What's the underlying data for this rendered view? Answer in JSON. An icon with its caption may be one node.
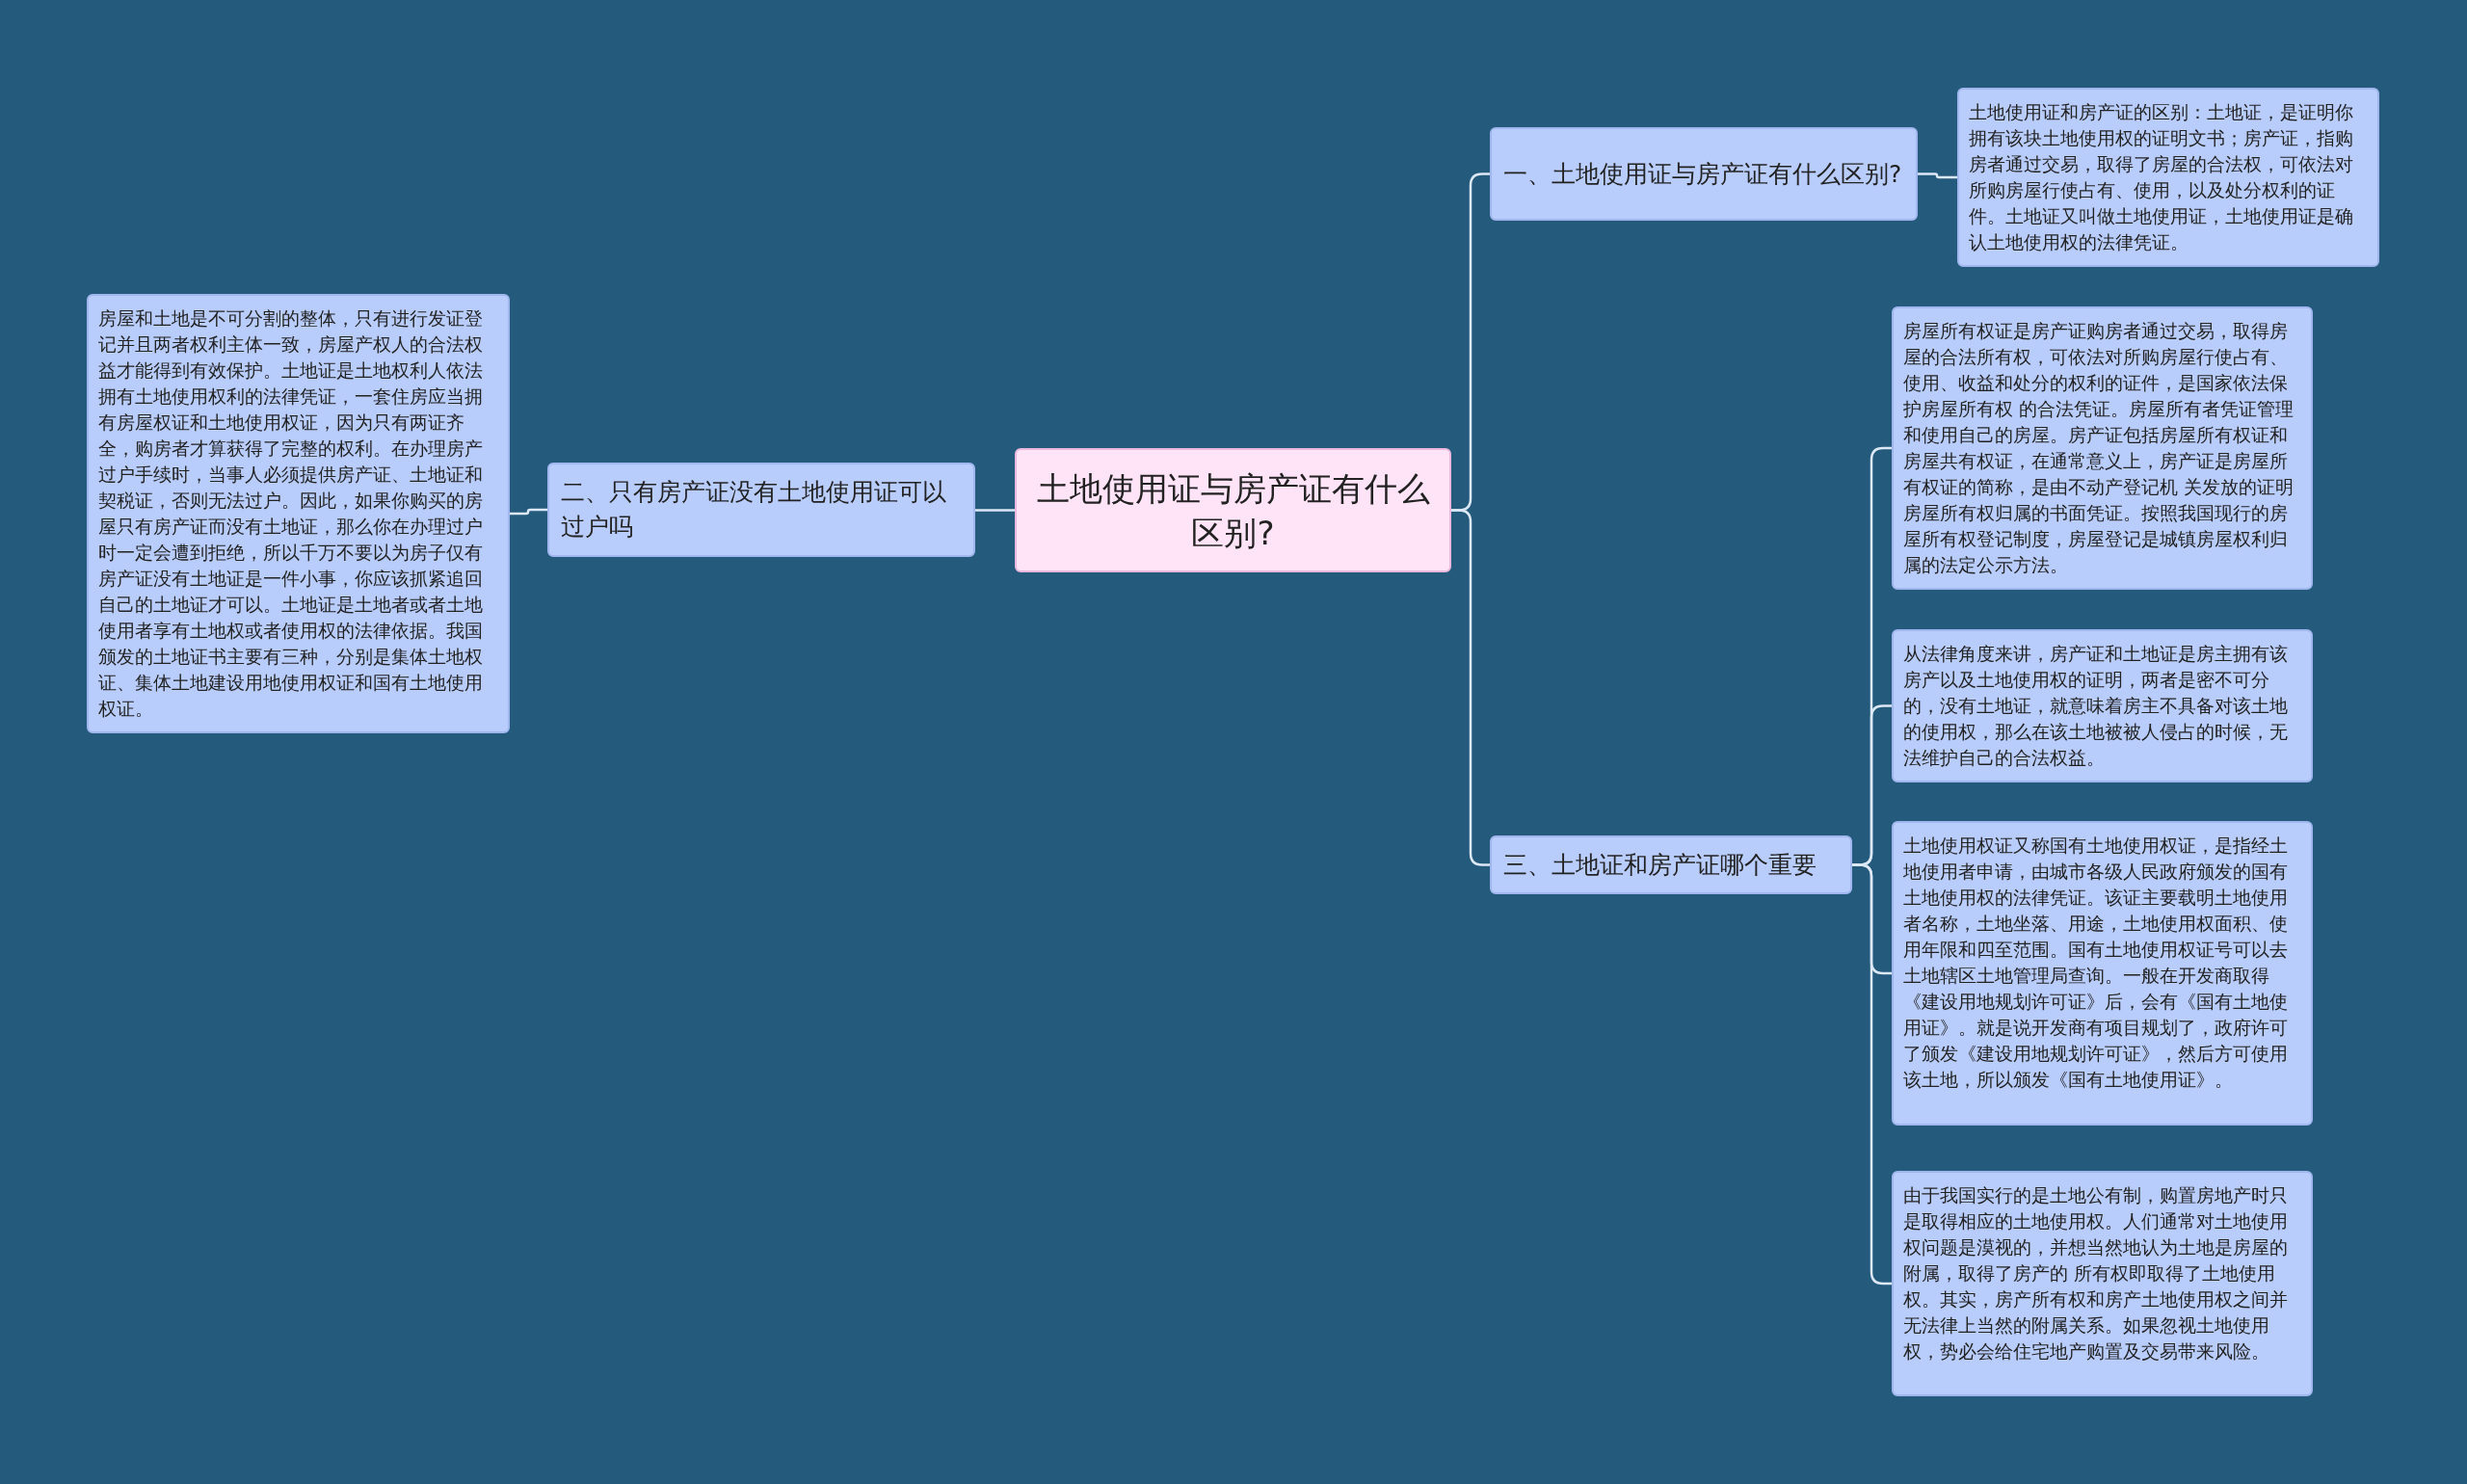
{
  "diagram": {
    "nodes": [
      {
        "text": [
          "土地使用证与房产证有什么区别?"
        ]
      },
      {
        "text": [
          "一、土地使用证与房产证有什么区别?"
        ]
      },
      {
        "text": [
          "土地使用证和房产证的区别：土地证，是证明你拥有该块土地使用权的证明文书；房产证，指购房者通过交易，取得了房屋的合法权，可依法对所购房屋行使占有、使用，以及处分权利的证件。土地证又叫做土地使用证，土地使用证是确认土地使用权的法律凭证。"
        ]
      },
      {
        "text": [
          "二、只有房产证没有土地使用证可以过户吗"
        ]
      },
      {
        "text": [
          "房屋和土地是不可分割的整体，只有进行发证登记并且两者权利主体一致，房屋产权人的合法权益才能得到有效保护。土地证是土地权利人依法拥有土地使用权利的法律凭证，一套住房应当拥有房屋权证和土地使用权证，因为只有两证齐全，购房者才算获得了完整的权利。在办理房产过户手续时，当事人必须提供房产证、土地证和契税证，否则无法过户。因此，如果你购买的房屋只有房产证而没有土地证，那么你在办理过户时一定会遭到拒绝，所以千万不要以为房子仅有房产证没有土地证是一件小事，你应该抓紧追回自己的土地证才可以。土地证是土地者或者土地使用者享有土地权或者使用权的法律依据。我国颁发的土地证书主要有三种，分别是集体土地权证、集体土地建设用地使用权证和国有土地使用权证。"
        ]
      },
      {
        "text": [
          "三、土地证和房产证哪个重要"
        ]
      },
      {
        "text": [
          "房屋所有权证是房产证购房者通过交易，取得房屋的合法所有权，可依法对所购房屋行使占有、使用、收益和处分的权利的证件，是国家依法保护房屋所有权 的合法凭证。房屋所有者凭证管理和使用自己的房屋。房产证包括房屋所有权证和房屋共有权证，在通常意义上，房产证是房屋所有权证的简称，是由不动产登记机 关发放的证明房屋所有权归属的书面凭证。按照我国现行的房屋所有权登记制度，房屋登记是城镇房屋权利归属的法定公示方法。"
        ]
      },
      {
        "text": [
          "从法律角度来讲，房产证和土地证是房主拥有该房产以及土地使用权的证明，两者是密不可分的，没有土地证，就意味着房主不具备对该土地的使用权，那么在该土地被被人侵占的时候，无法维护自己的合法权益。"
        ]
      },
      {
        "text": [
          "土地使用权证又称国有土地使用权证，是指经土地使用者申请，由城市各级人民政府颁发的国有土地使用权的法律凭证。该证主要载明土地使用者名称，土地坐落、用途，土地使用权面积、使用年限和四至范围。国有土地使用权证号可以去土地辖区土地管理局查询。一般在开发商取得《建设用地规划许可证》后，会有《国有土地使用证》。就是说开发商有项目规划了，政府许可了颁发《建设用地规划许可证》，然后方可使用该土地，所以颁发《国有土地使用证》。"
        ]
      },
      {
        "text": [
          "由于我国实行的是土地公有制，购置房地产时只是取得相应的土地使用权。人们通常对土地使用权问题是漠视的，并想当然地认为土地是房屋的附属，取得了房产的 所有权即取得了土地使用权。其实，房产所有权和房产土地使用权之间并无法律上当然的附属关系。如果忽视土地使用权，势必会给住宅地产购置及交易带来风险。"
        ]
      }
    ],
    "edges": [
      {
        "from": 0,
        "to": 1,
        "arrow": "none"
      },
      {
        "from": 1,
        "to": 2,
        "arrow": "none"
      },
      {
        "from": 0,
        "to": 3,
        "arrow": "none"
      },
      {
        "from": 3,
        "to": 4,
        "arrow": "none"
      },
      {
        "from": 0,
        "to": 5,
        "arrow": "none"
      },
      {
        "from": 5,
        "to": 6,
        "arrow": "none"
      },
      {
        "from": 5,
        "to": 7,
        "arrow": "none"
      },
      {
        "from": 5,
        "to": 8,
        "arrow": "none"
      },
      {
        "from": 5,
        "to": 9,
        "arrow": "none"
      }
    ]
  }
}
